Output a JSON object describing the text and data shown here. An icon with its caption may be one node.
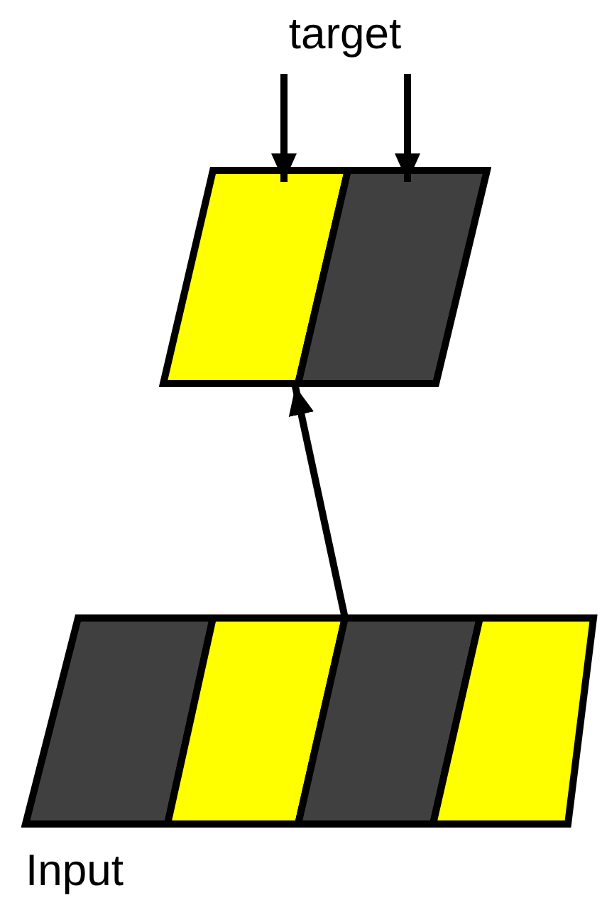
{
  "diagram": {
    "nodes": [
      {
        "text": [
          "target"
        ]
      },
      {
        "text": [],
        "shape": "parallelogram"
      },
      {
        "text": [],
        "shape": "parallelogram"
      },
      {
        "text": [],
        "shape": "parallelogram"
      },
      {
        "text": [],
        "shape": "parallelogram"
      },
      {
        "text": [],
        "shape": "parallelogram"
      },
      {
        "text": [],
        "shape": "parallelogram"
      }
    ],
    "edges": [
      {
        "from": 0,
        "to": 1,
        "arrow": "to"
      },
      {
        "from": 0,
        "to": 2,
        "arrow": "to"
      },
      {
        "from": 4,
        "to": 1,
        "arrow": "to"
      }
    ],
    "labels": [
      "Input"
    ]
  }
}
